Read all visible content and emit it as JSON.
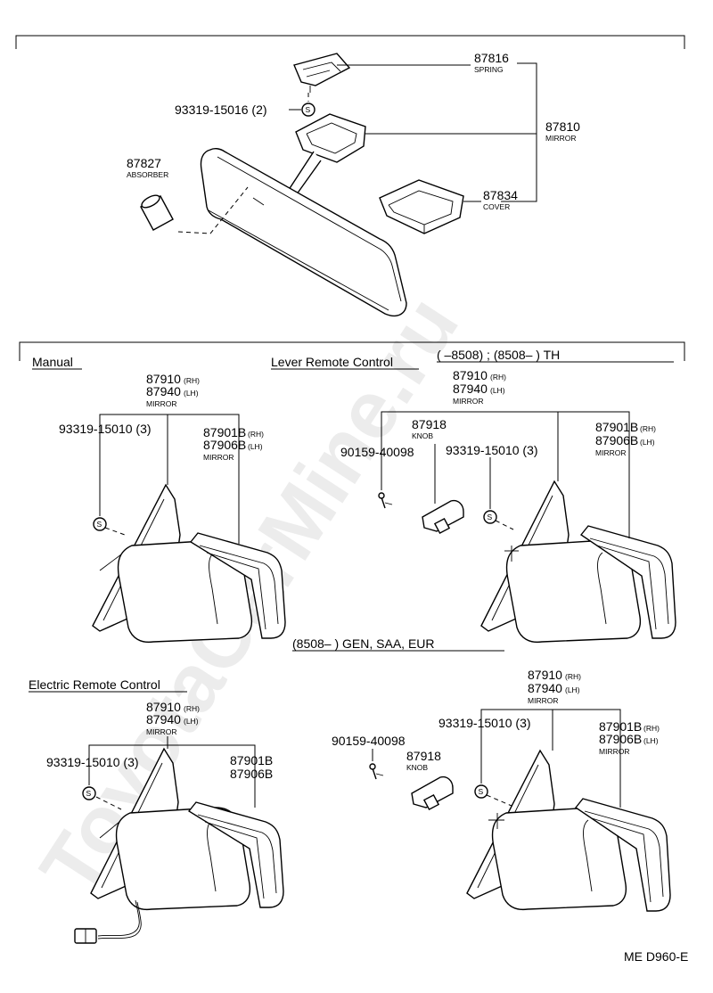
{
  "watermark": "ToyotaCarMine.ru",
  "drawing_code": "ME D960-E",
  "sections": {
    "manual": "Manual",
    "lever": "Lever Remote Control",
    "lever_range": "(       –8508) ; (8508–        ) TH",
    "lever_gen": "(8508–          ) GEN, SAA, EUR",
    "electric": "Electric Remote Control"
  },
  "inner": {
    "spring_no": "87816",
    "spring": "SPRING",
    "screw_no": "93319-15016 (2)",
    "mirror_no": "87810",
    "mirror": "MIRROR",
    "absorber_no": "87827",
    "absorber": "ABSORBER",
    "cover_no": "87834",
    "cover": "COVER"
  },
  "manual": {
    "rh": "87910",
    "rh_tag": "(RH)",
    "lh": "87940",
    "lh_tag": "(LH)",
    "mirror": "MIRROR",
    "screw": "93319-15010 (3)",
    "glass_rh": "87901B",
    "glass_lh": "87906B",
    "glass_mirror": "MIRROR"
  },
  "lever": {
    "rh": "87910",
    "rh_tag": "(RH)",
    "lh": "87940",
    "lh_tag": "(LH)",
    "mirror": "MIRROR",
    "knob_no": "87918",
    "knob": "KNOB",
    "bolt": "90159-40098",
    "screw": "93319-15010 (3)",
    "glass_rh": "87901B",
    "glass_lh": "87906B",
    "glass_mirror": "MIRROR"
  },
  "electric": {
    "rh": "87910",
    "rh_tag": "(RH)",
    "lh": "87940",
    "lh_tag": "(LH)",
    "mirror": "MIRROR",
    "screw": "93319-15010 (3)",
    "glass_rh": "87901B",
    "glass_lh": "87906B"
  },
  "gen": {
    "rh": "87910",
    "rh_tag": "(RH)",
    "lh": "87940",
    "lh_tag": "(LH)",
    "mirror": "MIRROR",
    "screw": "93319-15010 (3)",
    "bolt": "90159-40098",
    "knob_no": "87918",
    "knob": "KNOB",
    "glass_rh": "87901B",
    "glass_lh": "87906B",
    "glass_mirror": "MIRROR"
  },
  "symbol_s": "S"
}
